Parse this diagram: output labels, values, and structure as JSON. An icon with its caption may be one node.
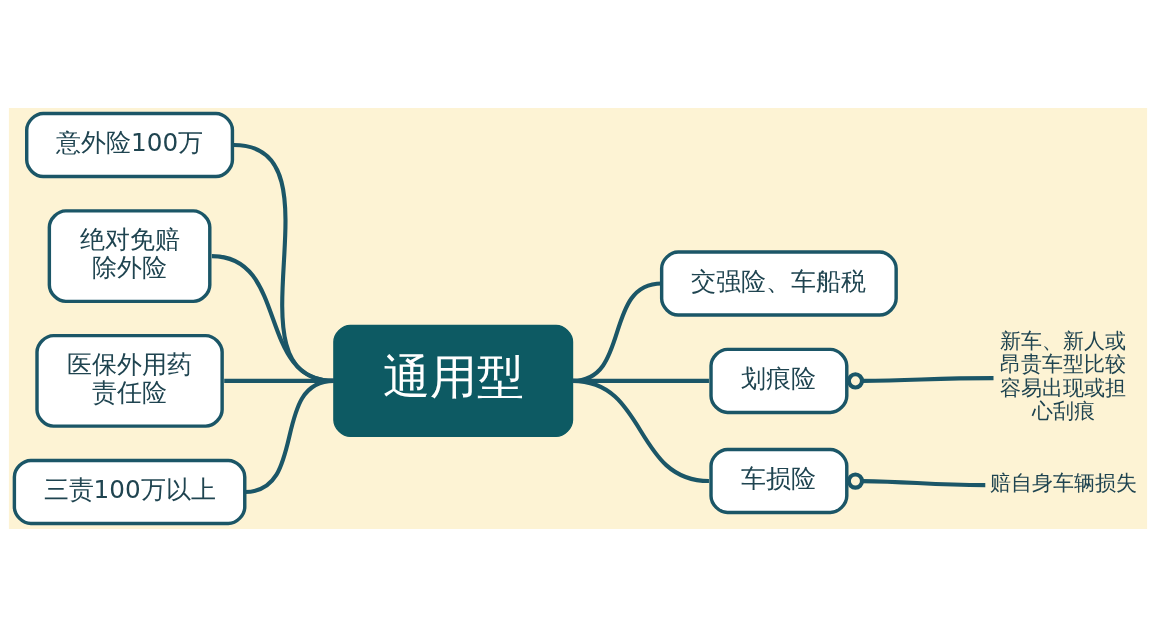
{
  "diagram": {
    "nodes": [
      {
        "text": [
          "通用型"
        ]
      },
      {
        "text": [
          "意外险100万"
        ]
      },
      {
        "text": [
          "绝对免赔除外险"
        ]
      },
      {
        "text": [
          "医保外用药责任险"
        ]
      },
      {
        "text": [
          "三责100万以上"
        ]
      },
      {
        "text": [
          "交强险、车船税"
        ]
      },
      {
        "text": [
          "划痕险"
        ]
      },
      {
        "text": [
          "车损险"
        ]
      },
      {
        "text": [
          "新车、新人或昂贵车型比较容易出现或担心刮痕"
        ]
      },
      {
        "text": [
          "赔自身车辆损失"
        ]
      }
    ],
    "edges": [
      {
        "from": 0,
        "to": 1,
        "arrow": "none"
      },
      {
        "from": 0,
        "to": 2,
        "arrow": "none"
      },
      {
        "from": 0,
        "to": 3,
        "arrow": "none"
      },
      {
        "from": 0,
        "to": 4,
        "arrow": "none"
      },
      {
        "from": 0,
        "to": 5,
        "arrow": "none"
      },
      {
        "from": 0,
        "to": 6,
        "arrow": "none"
      },
      {
        "from": 0,
        "to": 7,
        "arrow": "none"
      },
      {
        "from": 6,
        "to": 8,
        "arrow": "other"
      },
      {
        "from": 7,
        "to": 9,
        "arrow": "other"
      }
    ]
  }
}
